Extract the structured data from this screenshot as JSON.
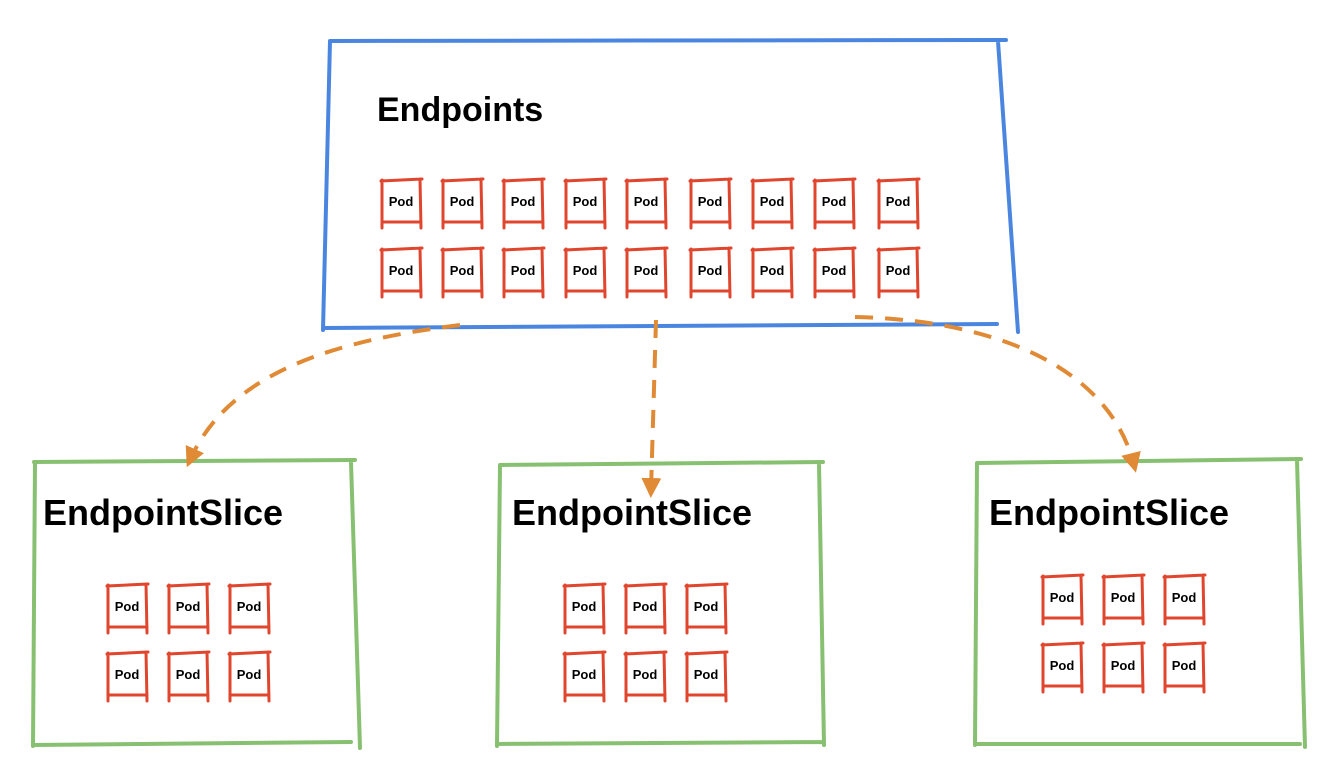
{
  "endpoints": {
    "title": "Endpoints",
    "pod_label": "Pod",
    "pod_rows": 2,
    "pod_cols": 9,
    "border_color": "#4a86e0"
  },
  "slices": [
    {
      "title": "EndpointSlice",
      "pod_label": "Pod",
      "pod_rows": 2,
      "pod_cols": 3
    },
    {
      "title": "EndpointSlice",
      "pod_label": "Pod",
      "pod_rows": 2,
      "pod_cols": 3
    },
    {
      "title": "EndpointSlice",
      "pod_label": "Pod",
      "pod_rows": 2,
      "pod_cols": 3
    }
  ],
  "colors": {
    "slice_border": "#87c070",
    "pod_border": "#e0452d",
    "arrow": "#e08a35"
  }
}
